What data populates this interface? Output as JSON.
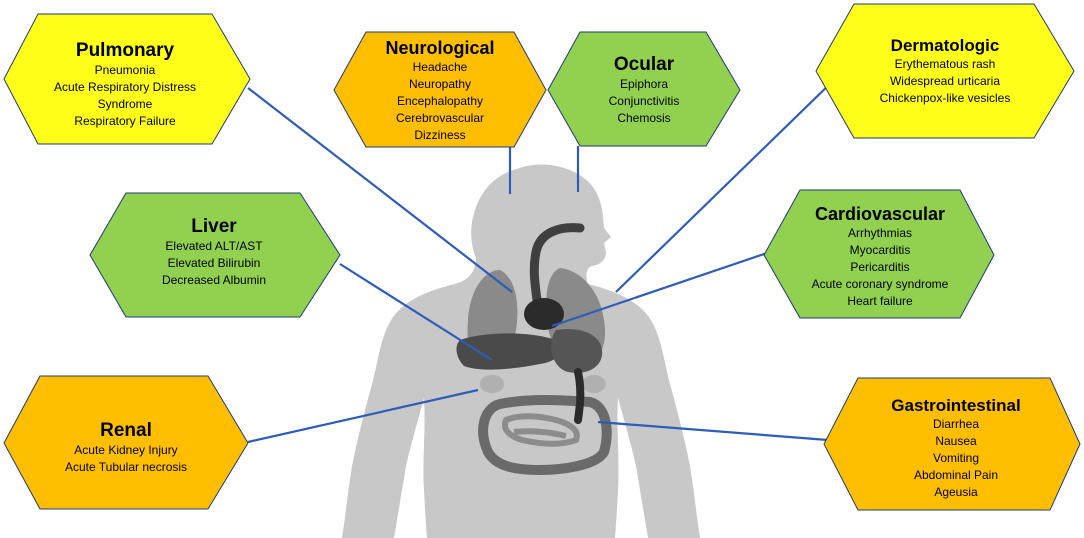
{
  "colors": {
    "yellow": "#ffff1a",
    "orange": "#ffbf00",
    "green": "#92d050",
    "connector": "#2e5cb8",
    "body": "#c8c8c8",
    "organ": "#3f3f3f"
  },
  "systems": [
    {
      "id": "pulmonary",
      "title": "Pulmonary",
      "color": "yellow",
      "items": [
        "Pneumonia",
        "Acute Respiratory Distress",
        "Syndrome",
        "Respiratory Failure"
      ]
    },
    {
      "id": "neurological",
      "title": "Neurological",
      "color": "orange",
      "items": [
        "Headache",
        "Neuropathy",
        "Encephalopathy",
        "Cerebrovascular",
        "Dizziness"
      ]
    },
    {
      "id": "ocular",
      "title": "Ocular",
      "color": "green",
      "items": [
        "Epiphora",
        "Conjunctivitis",
        "Chemosis"
      ]
    },
    {
      "id": "dermatologic",
      "title": "Dermatologic",
      "color": "yellow",
      "items": [
        "Erythematous rash",
        "Widespread urticaria",
        "Chickenpox-like vesicles"
      ]
    },
    {
      "id": "liver",
      "title": "Liver",
      "color": "green",
      "items": [
        "Elevated ALT/AST",
        "Elevated Bilirubin",
        "Decreased Albumin"
      ]
    },
    {
      "id": "cardiovascular",
      "title": "Cardiovascular",
      "color": "green",
      "items": [
        "Arrhythmias",
        "Myocarditis",
        "Pericarditis",
        "Acute coronary syndrome",
        "Heart failure"
      ]
    },
    {
      "id": "renal",
      "title": "Renal",
      "color": "orange",
      "items": [
        "Acute Kidney Injury",
        "Acute Tubular necrosis"
      ]
    },
    {
      "id": "gastrointestinal",
      "title": "Gastrointestinal",
      "color": "orange",
      "items": [
        "Diarrhea",
        "Nausea",
        "Vomiting",
        "Abdominal Pain",
        "Ageusia"
      ]
    }
  ]
}
